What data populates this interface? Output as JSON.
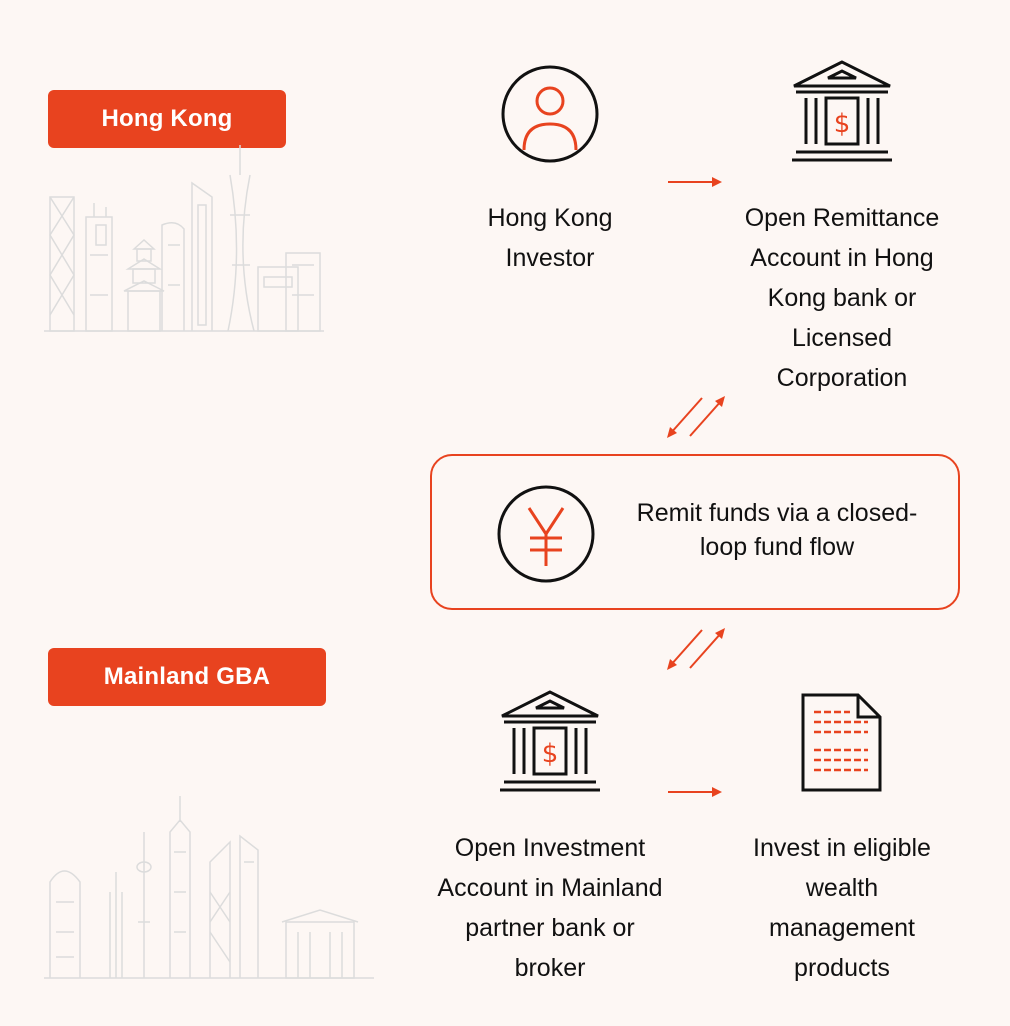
{
  "regions": {
    "hong_kong": "Hong Kong",
    "mainland_gba": "Mainland GBA"
  },
  "steps": {
    "hk_investor": "Hong Kong Investor",
    "open_remittance": "Open Remittance Account in Hong Kong bank or Licensed Corporation",
    "remit_funds": "Remit funds via a closed-loop fund flow",
    "open_investment": "Open Investment Account in Mainland partner bank or broker",
    "invest": "Invest in eligible wealth management products"
  },
  "icons": {
    "investor": "person-icon",
    "hk_bank": "bank-dollar-icon",
    "fund_flow": "yuan-icon",
    "mainland_bank": "bank-dollar-icon",
    "products": "document-icon"
  },
  "colors": {
    "accent": "#e8431f",
    "background": "#fdf7f4",
    "text": "#111111",
    "skyline": "#dcdcdc"
  }
}
